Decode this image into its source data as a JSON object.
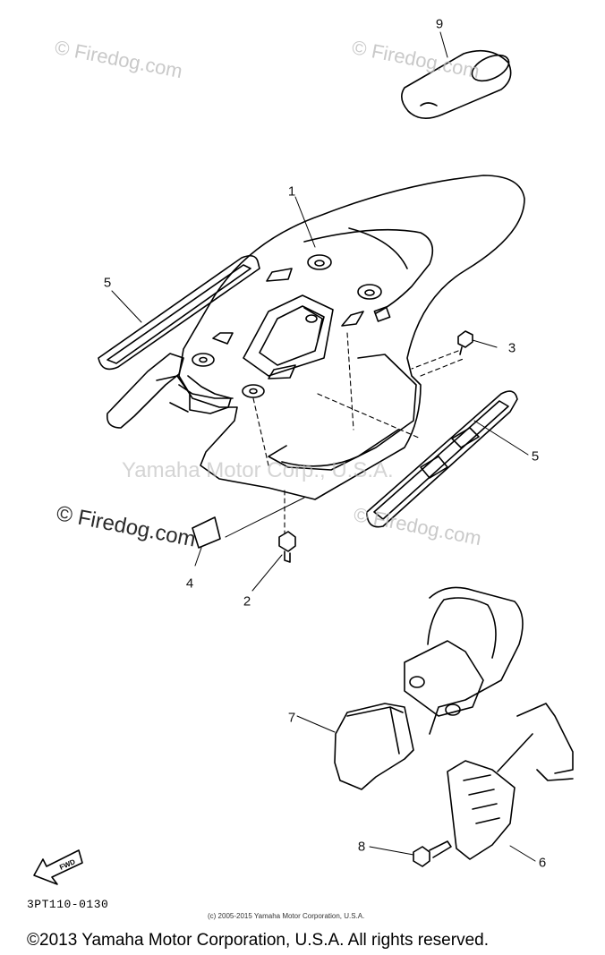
{
  "callouts": [
    {
      "id": "1",
      "label": "1"
    },
    {
      "id": "2",
      "label": "2"
    },
    {
      "id": "3",
      "label": "3"
    },
    {
      "id": "4",
      "label": "4"
    },
    {
      "id": "5a",
      "label": "5"
    },
    {
      "id": "5b",
      "label": "5"
    },
    {
      "id": "6",
      "label": "6"
    },
    {
      "id": "7",
      "label": "7"
    },
    {
      "id": "8",
      "label": "8"
    },
    {
      "id": "9",
      "label": "9"
    }
  ],
  "watermarks": {
    "firedog_small": "© Firedog.com",
    "firedog_big": "© Firedog.com",
    "yamaha_center": "Yamaha Motor Corp., U.S.A."
  },
  "fwd_label": "FWD",
  "drawing_code": "3PT110-0130",
  "fine_copyright": "(c) 2005-2015 Yamaha Motor Corporation, U.S.A.",
  "footer_copyright": "©2013 Yamaha Motor Corporation, U.S.A. All rights reserved."
}
